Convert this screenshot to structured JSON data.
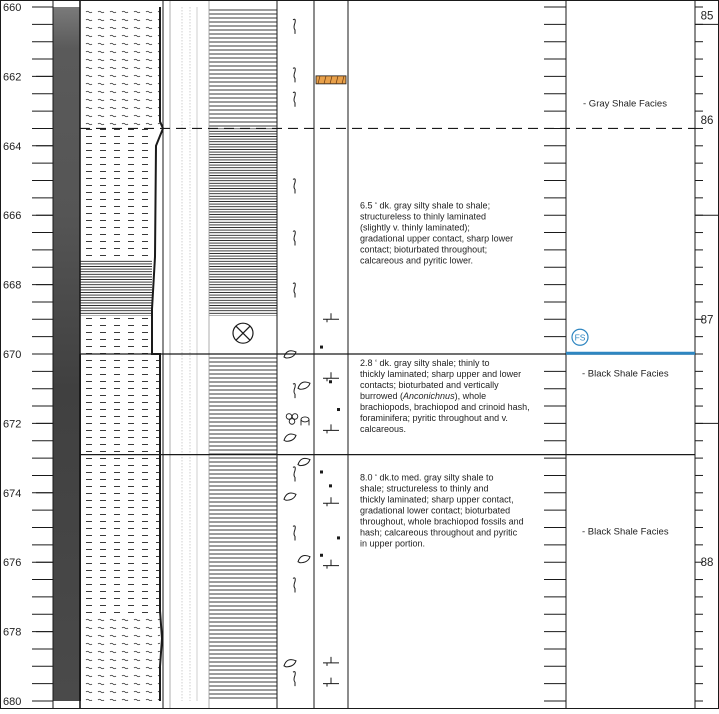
{
  "depth_scale": {
    "start": 660,
    "end": 680,
    "major_labels": [
      "660",
      "662",
      "664",
      "666",
      "668",
      "670",
      "672",
      "674",
      "676",
      "678",
      "680"
    ]
  },
  "samples": [
    {
      "label": "85",
      "top_depth": 660,
      "bottom_depth": 660.5
    },
    {
      "label": "86",
      "top_depth": 660.5,
      "bottom_depth": 666
    },
    {
      "label": "87",
      "top_depth": 666,
      "bottom_depth": 672
    },
    {
      "label": "88",
      "top_depth": 672,
      "bottom_depth": 680
    }
  ],
  "units": [
    {
      "top_depth": 663.5,
      "bottom_depth": 670,
      "description": "6.5 ‘ dk. gray silty shale to shale; structureless to thinly laminated (slightly v. thinly laminated); gradational upper contact, sharp lower contact; bioturbated throughout; calcareous and pyritic lower.",
      "facies": ""
    },
    {
      "top_depth": 670,
      "bottom_depth": 672.9,
      "description": "2.8 ‘  dk. gray silty shale; thinly to thickly laminated; sharp upper and lower contacts; bioturbated and vertically burrowed (Anconichnus), whole brachiopods, brachiopod and crinoid hash, foraminifera; pyritic throughout and v. calcareous.",
      "facies": "-  Black Shale Facies"
    },
    {
      "top_depth": 672.9,
      "bottom_depth": 680,
      "description": "8.0 ‘ dk.to med. gray silty shale to shale; structureless to thinly and thickly laminated; sharp upper contact, gradational lower contact; bioturbated throughout, whole brachiopod fossils and hash; calcareous throughout and pyritic in upper portion.",
      "facies": "-  Black Shale Facies"
    }
  ],
  "facies_labels": [
    {
      "text": "-  Gray Shale Facies",
      "depth": 662.75
    }
  ],
  "flooding_surface": {
    "label": "FS",
    "depth": 669.95
  },
  "colors": {
    "line": "#1a1a1a",
    "fs_line": "#2e86c1",
    "fs_text": "#2e86c1",
    "concretion": "#e8a04a",
    "gamma_band": "#4a4a4a"
  },
  "symbols": {
    "burrow_depths": [
      660.6,
      662.0,
      662.7,
      665.2,
      666.7,
      668.2,
      671.1,
      673.5,
      675.2,
      676.7,
      679.4
    ],
    "concretion_depth": 662.1,
    "pyrite_cross_depth": 669.4,
    "brachiopod_depths": [
      670.0,
      670.9,
      672.4,
      673.1,
      674.1,
      675.9,
      678.9
    ],
    "crinoid_depth": 672.0,
    "foram_depth": 671.8,
    "bioturbation_marks": [
      669.0,
      670.7,
      672.2,
      674.3,
      676.1,
      678.9,
      679.5
    ],
    "pyrite_dots": [
      669.8,
      670.8,
      671.6,
      673.4,
      673.8,
      675.3,
      675.8
    ]
  }
}
